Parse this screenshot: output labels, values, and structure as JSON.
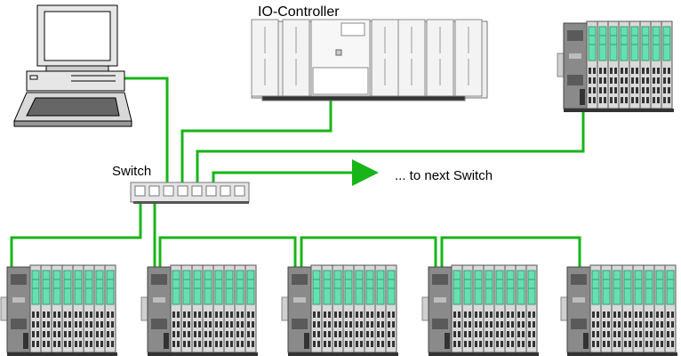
{
  "labels": {
    "controller": "IO-Controller",
    "switch": "Switch",
    "next_switch": "... to next Switch"
  },
  "colors": {
    "network_line": "#17b517",
    "module_green": "#66e0b0",
    "head_gray": "#8a8a8a",
    "body_light": "#d9d9d9"
  },
  "icons": {
    "pc": "pc-computer-icon",
    "controller": "io-controller-rack-icon",
    "switch": "network-switch-icon",
    "io_device": "io-device-module-icon"
  },
  "switch_ports": 8,
  "io_device_count": 6
}
